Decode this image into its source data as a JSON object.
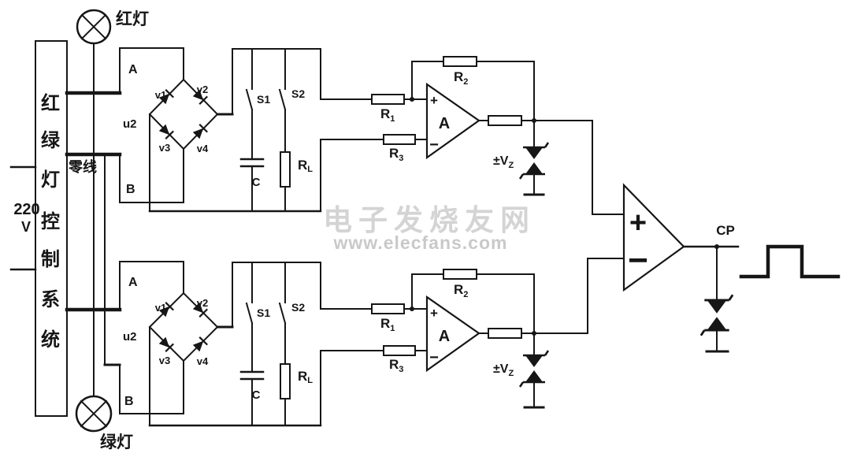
{
  "colors": {
    "line": "#161616",
    "text": "#161616",
    "background": "#ffffff",
    "watermark_name": "#d4d4d4",
    "watermark_url": "#c9c9c9"
  },
  "watermark": {
    "site_name": "电子发烧友网",
    "site_url": "www.elecfans.com"
  },
  "power_box": {
    "label": "红绿灯控制系统",
    "label_chars": [
      "红",
      "绿",
      "灯",
      "控",
      "制",
      "系",
      "统"
    ],
    "voltage": "220",
    "voltage_unit": "V",
    "neutral_label": "零线"
  },
  "lamps": {
    "red_label": "红灯",
    "green_label": "绿灯"
  },
  "channels": [
    {
      "terminal_a": "A",
      "terminal_b": "B",
      "bridge_label": "u2",
      "diodes": {
        "v1": "v1",
        "v2": "v2",
        "v3": "v3",
        "v4": "v4"
      },
      "switch1": "S1",
      "switch2": "S2",
      "capacitor": "C",
      "load": {
        "base": "R",
        "sub": "L"
      },
      "r1": {
        "base": "R",
        "sub": "1"
      },
      "r2": {
        "base": "R",
        "sub": "2"
      },
      "r3": {
        "base": "R",
        "sub": "3"
      },
      "amp_label": "A",
      "amp_plus": "+",
      "amp_minus": "−",
      "zener": {
        "base": "±V",
        "sub": "Z"
      }
    },
    {
      "terminal_a": "A",
      "terminal_b": "B",
      "bridge_label": "u2",
      "diodes": {
        "v1": "v1",
        "v2": "v2",
        "v3": "v3",
        "v4": "v4"
      },
      "switch1": "S1",
      "switch2": "S2",
      "capacitor": "C",
      "load": {
        "base": "R",
        "sub": "L"
      },
      "r1": {
        "base": "R",
        "sub": "1"
      },
      "r2": {
        "base": "R",
        "sub": "2"
      },
      "r3": {
        "base": "R",
        "sub": "3"
      },
      "amp_label": "A",
      "amp_plus": "+",
      "amp_minus": "−",
      "zener": {
        "base": "±V",
        "sub": "Z"
      }
    }
  ],
  "comparator": {
    "plus": "+",
    "minus": "−",
    "output_label": "CP"
  }
}
